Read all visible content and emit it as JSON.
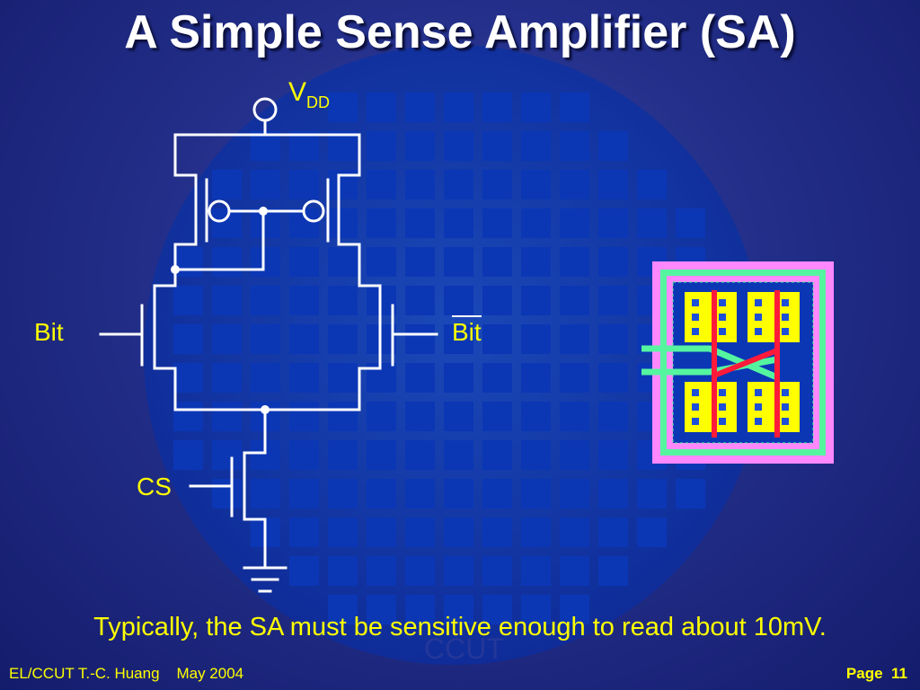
{
  "slide": {
    "title": "A Simple Sense Amplifier (SA)",
    "caption": "Typically, the SA must be sensitive enough to read about 10mV.",
    "watermark": "CCUT"
  },
  "circuit": {
    "vdd_label": "V",
    "vdd_subscript": "DD",
    "bit_label": "Bit",
    "bit_bar_label": "Bit",
    "cs_label": "CS"
  },
  "footer": {
    "author": "EL/CCUT T.-C. Huang",
    "date": "May 2004",
    "page_label": "Page",
    "page_number": "11"
  },
  "colors": {
    "text_accent": "#ffff00",
    "title": "#ffffff",
    "wire": "#ffffff",
    "wafer_die": "#0b37b5",
    "layout_pink": "#ff88ff",
    "layout_green": "#55f5a0",
    "layout_yellow": "#ffff00",
    "layout_red": "#ff1a3a"
  }
}
